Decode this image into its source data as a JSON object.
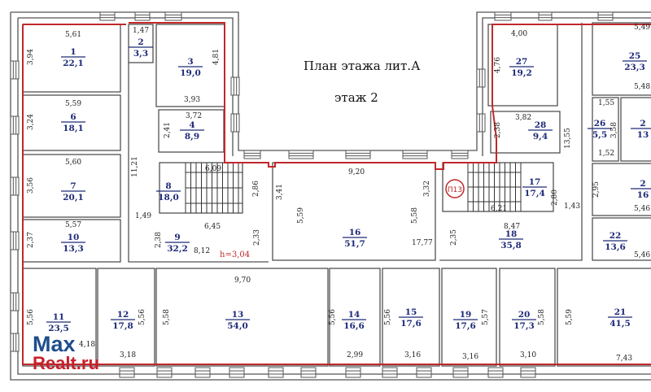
{
  "title": "План  этажа лит.А",
  "floor": "этаж 2",
  "ceiling_height": "h=3,04",
  "stair_marker": "П13",
  "watermark": {
    "line1": "Max",
    "line2": "Realt.ru"
  },
  "rooms": [
    {
      "number": "1",
      "area": "22,1"
    },
    {
      "number": "2",
      "area": "3,3"
    },
    {
      "number": "3",
      "area": "19,0"
    },
    {
      "number": "4",
      "area": "8,9"
    },
    {
      "number": "6",
      "area": "18,1"
    },
    {
      "number": "7",
      "area": "20,1"
    },
    {
      "number": "8",
      "area": "18,0"
    },
    {
      "number": "9",
      "area": "32,2"
    },
    {
      "number": "10",
      "area": "13,3"
    },
    {
      "number": "16",
      "area": "51,7"
    },
    {
      "number": "17",
      "area": "17,4"
    },
    {
      "number": "27",
      "area": "19,2"
    },
    {
      "number": "28",
      "area": "9,4"
    },
    {
      "number": "18",
      "area": "35,8"
    },
    {
      "number": "25",
      "area": "23,3"
    },
    {
      "number": "26",
      "area": "5,5"
    },
    {
      "number": "2",
      "area": "13"
    },
    {
      "number": "2",
      "area": "16"
    },
    {
      "number": "22",
      "area": "13,6"
    },
    {
      "number": "11",
      "area": "23,5"
    },
    {
      "number": "12",
      "area": "17,8"
    },
    {
      "number": "13",
      "area": "54,0"
    },
    {
      "number": "14",
      "area": "16,6"
    },
    {
      "number": "15",
      "area": "17,6"
    },
    {
      "number": "19",
      "area": "17,6"
    },
    {
      "number": "20",
      "area": "17,3"
    },
    {
      "number": "21",
      "area": "41,5"
    }
  ],
  "dimensions": [
    "5,61",
    "3,94",
    "1,47",
    "3,93",
    "4,81",
    "3,72",
    "2,41",
    "5,59",
    "3,24",
    "5,60",
    "3,56",
    "11,21",
    "6,09",
    "2,86",
    "1,49",
    "6,45",
    "5,57",
    "2,37",
    "2,38",
    "8,12",
    "2,33",
    "9,20",
    "3,41",
    "5,59",
    "5,58",
    "3,32",
    "17,77",
    "2,35",
    "4,00",
    "4,76",
    "3,82",
    "2,38",
    "13,55",
    "6,21",
    "2,80",
    "1,43",
    "8,47",
    "5,49",
    "5,48",
    "1,55",
    "3,58",
    "1,52",
    "2,95",
    "5,46",
    "5,46",
    "9,70",
    "5,56",
    "5,56",
    "5,58",
    "5,56",
    "5,56",
    "5,57",
    "5,58",
    "5,59",
    "4,18",
    "3,18",
    "2,99",
    "3,16",
    "3,16",
    "3,10",
    "7,43"
  ],
  "colors": {
    "outline": "#c0282a",
    "labels": "#1e2a78"
  }
}
